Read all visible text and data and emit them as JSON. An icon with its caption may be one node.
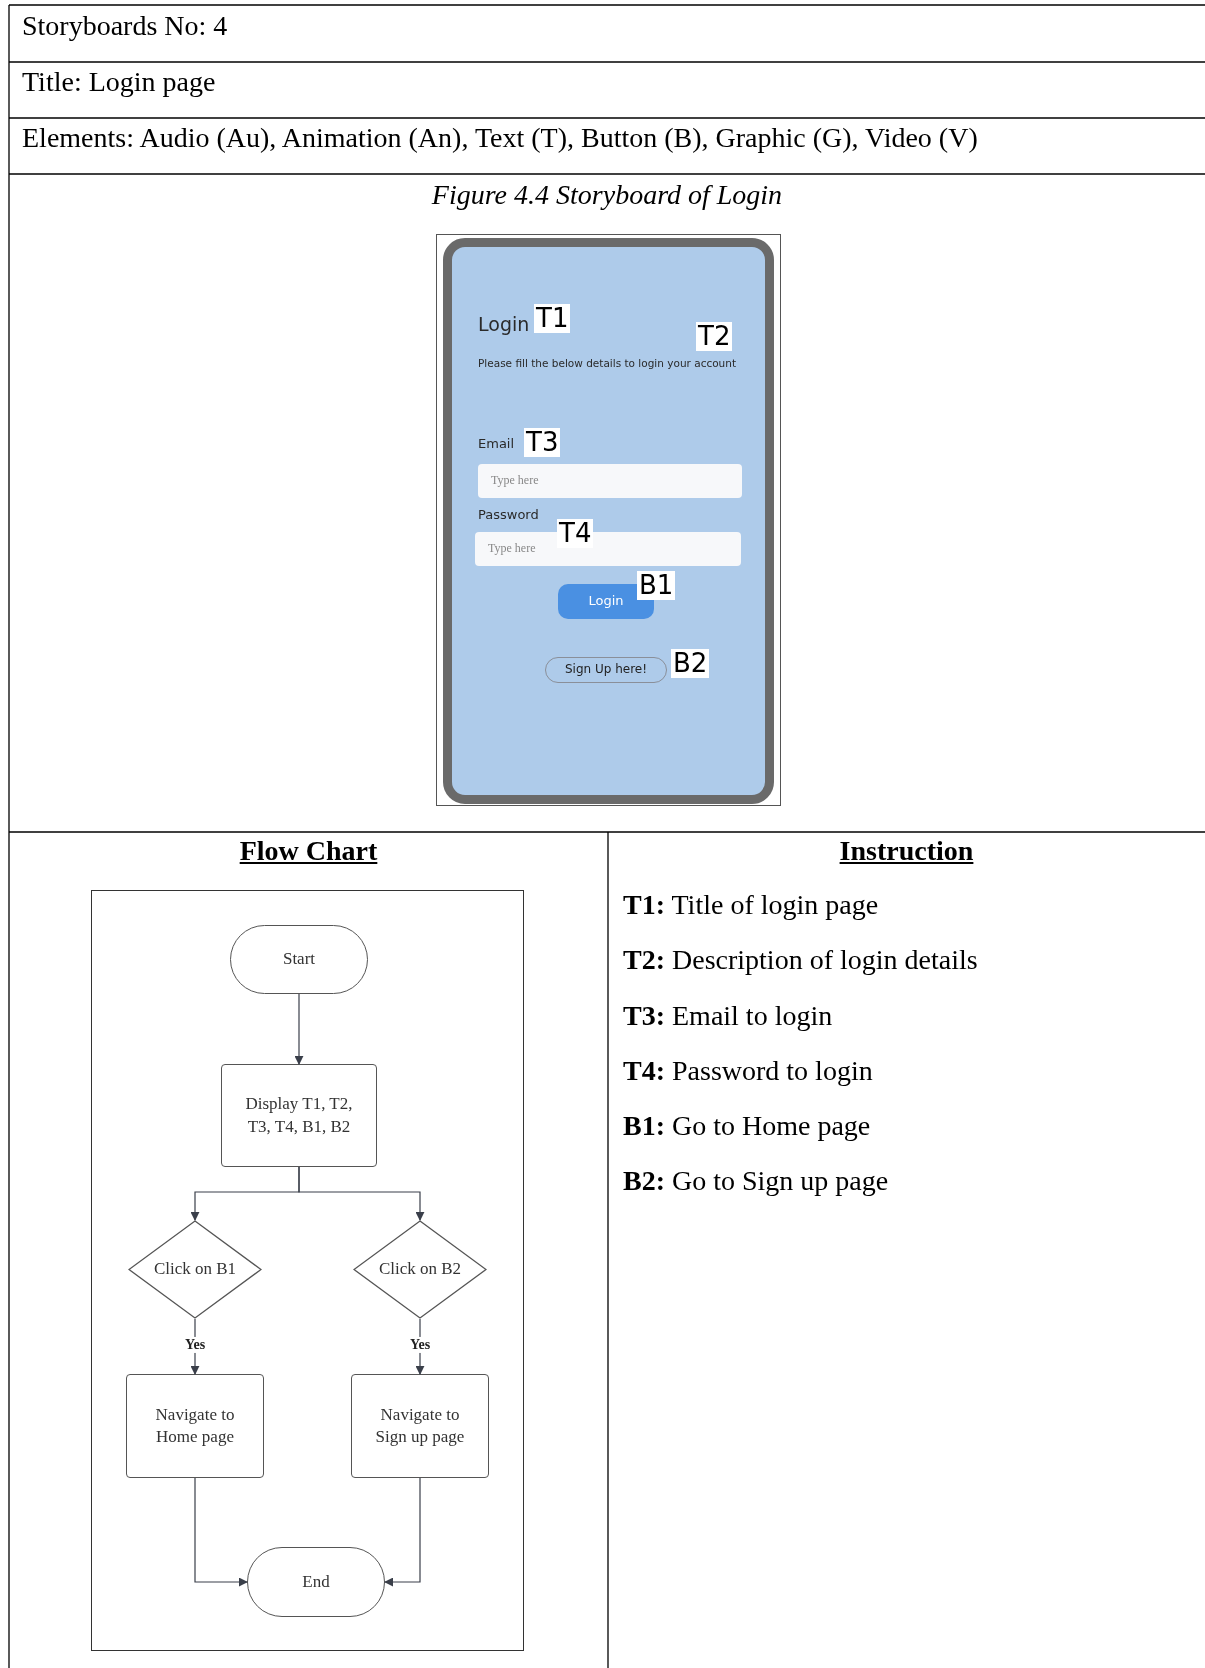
{
  "diagram": {
    "nodes": [
      {
        "text": [
          "Type here"
        ]
      },
      {
        "text": [
          "Type here"
        ]
      },
      {
        "text": [
          "Login"
        ]
      },
      {
        "text": [
          "Sign Up here!"
        ]
      },
      {
        "text": [
          "Start"
        ]
      },
      {
        "text": [
          "Display T1, T2, T3, T4, B1, B2"
        ]
      },
      {
        "text": [
          "Click on B1"
        ]
      },
      {
        "text": [
          "Click on B2"
        ]
      },
      {
        "text": [
          "Navigate to Home page"
        ]
      },
      {
        "text": [
          "Navigate to Sign up page"
        ]
      },
      {
        "text": [
          "End"
        ]
      }
    ],
    "edges": [
      {
        "from": 4,
        "to": 5,
        "arrow": "to"
      },
      {
        "from": 5,
        "to": 6,
        "arrow": "to"
      },
      {
        "from": 5,
        "to": 7,
        "arrow": "to"
      },
      {
        "from": 6,
        "to": 8,
        "arrow": "to",
        "label": "Yes"
      },
      {
        "from": 7,
        "to": 9,
        "arrow": "to",
        "label": "Yes"
      },
      {
        "from": 8,
        "to": 10,
        "arrow": "to"
      },
      {
        "from": 9,
        "to": 10,
        "arrow": "to"
      }
    ],
    "labels": [
      "Storyboards No: 4",
      "Title: Login page",
      "Elements: Audio (Au), Animation (An), Text (T), Button (B), Graphic (G), Video (V)",
      "Figure 4.4 Storyboard of Login",
      "Login",
      "T1",
      "T2",
      "Please fill the below details to login your account",
      "Email",
      "T3",
      "Password",
      "T4",
      "B1",
      "B2",
      "Flow Chart",
      "Instruction",
      "**T1:** Title of login page",
      "**T2:** Description of login details",
      "**T3:** Email to login",
      "**T4:** Password to login",
      "**B1:** Go to Home page",
      "**B2:** Go to Sign up page"
    ]
  }
}
